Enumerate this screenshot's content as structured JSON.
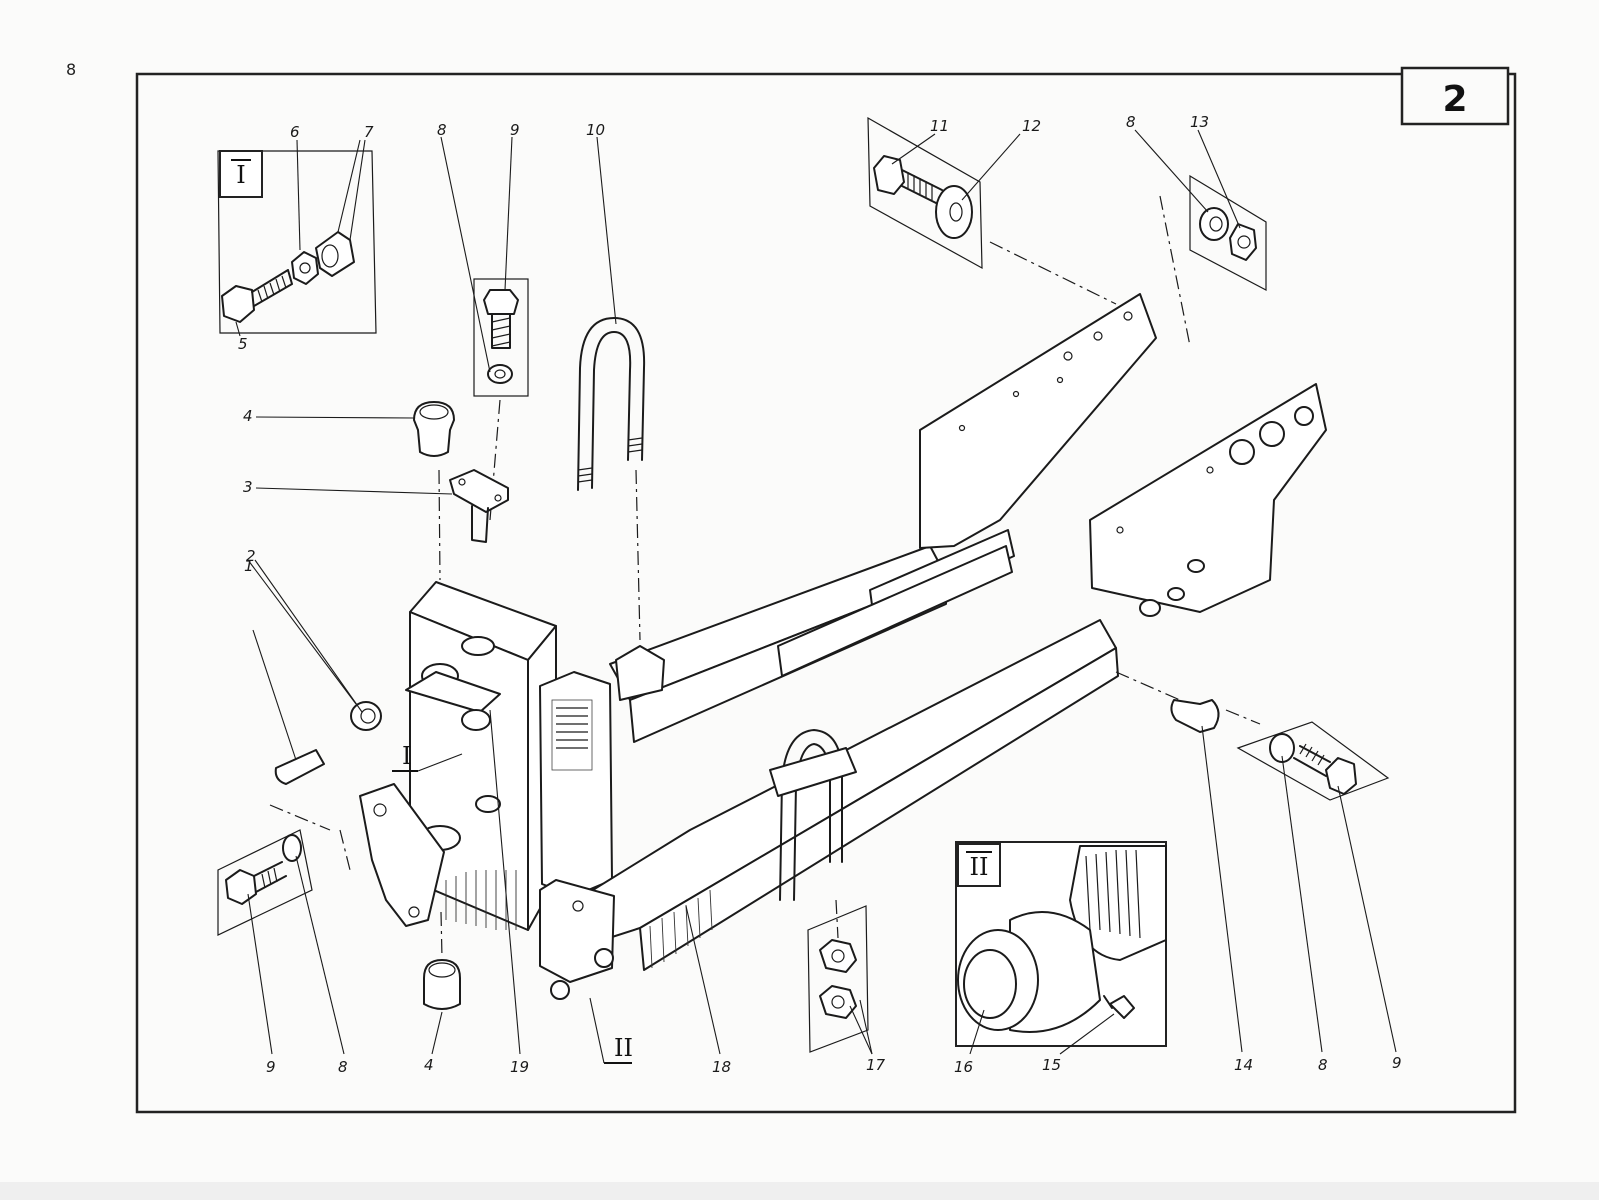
{
  "page": {
    "page_number": "8",
    "sheet_number": "2"
  },
  "details": {
    "I": {
      "label": "I"
    },
    "II": {
      "label": "II"
    },
    "I_callout": {
      "label": "I"
    },
    "II_callout": {
      "label": "II"
    }
  },
  "callouts": {
    "c1": "1",
    "c2": "2",
    "c3": "3",
    "c4a": "4",
    "c4b": "4",
    "c5": "5",
    "c6": "6",
    "c7": "7",
    "c8a": "8",
    "c9a": "9",
    "c10": "10",
    "c11": "11",
    "c12": "12",
    "c8b": "8",
    "c13": "13",
    "c9b": "9",
    "c8c": "8",
    "c19": "19",
    "c18": "18",
    "c17": "17",
    "c16": "16",
    "c15": "15",
    "c14": "14",
    "c8d": "8",
    "c9c": "9"
  },
  "icons": [
    "bolt-icon",
    "washer-icon",
    "nut-icon",
    "bushing-icon",
    "pin-icon",
    "u-bolt-icon",
    "grease-nipple-icon"
  ]
}
